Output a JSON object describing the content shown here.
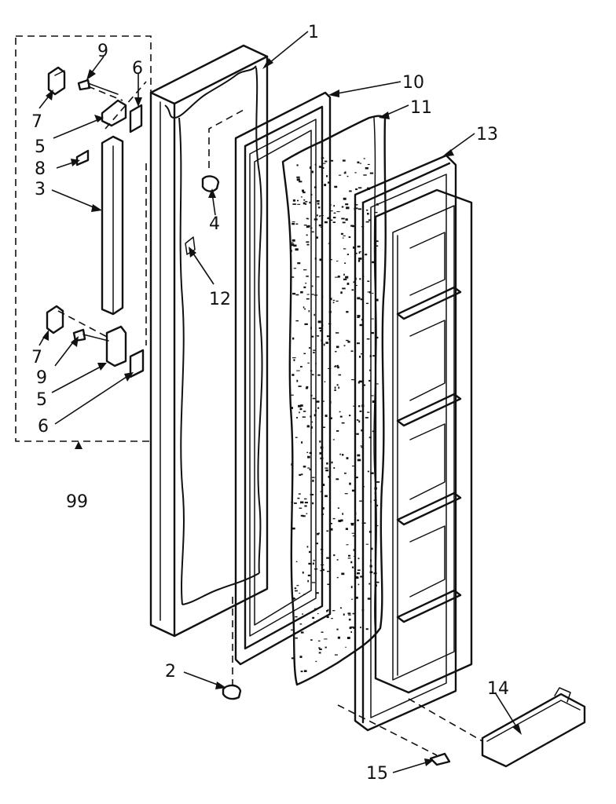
{
  "callouts": {
    "c1": "1",
    "c10": "10",
    "c11": "11",
    "c13": "13",
    "c9_top": "9",
    "c6_top": "6",
    "c7_top": "7",
    "c5_top": "5",
    "c8": "8",
    "c3": "3",
    "c4": "4",
    "c12": "12",
    "c7_bot": "7",
    "c9_bot": "9",
    "c5_bot": "5",
    "c6_bot": "6",
    "c99": "99",
    "c2": "2",
    "c14": "14",
    "c15": "15"
  }
}
